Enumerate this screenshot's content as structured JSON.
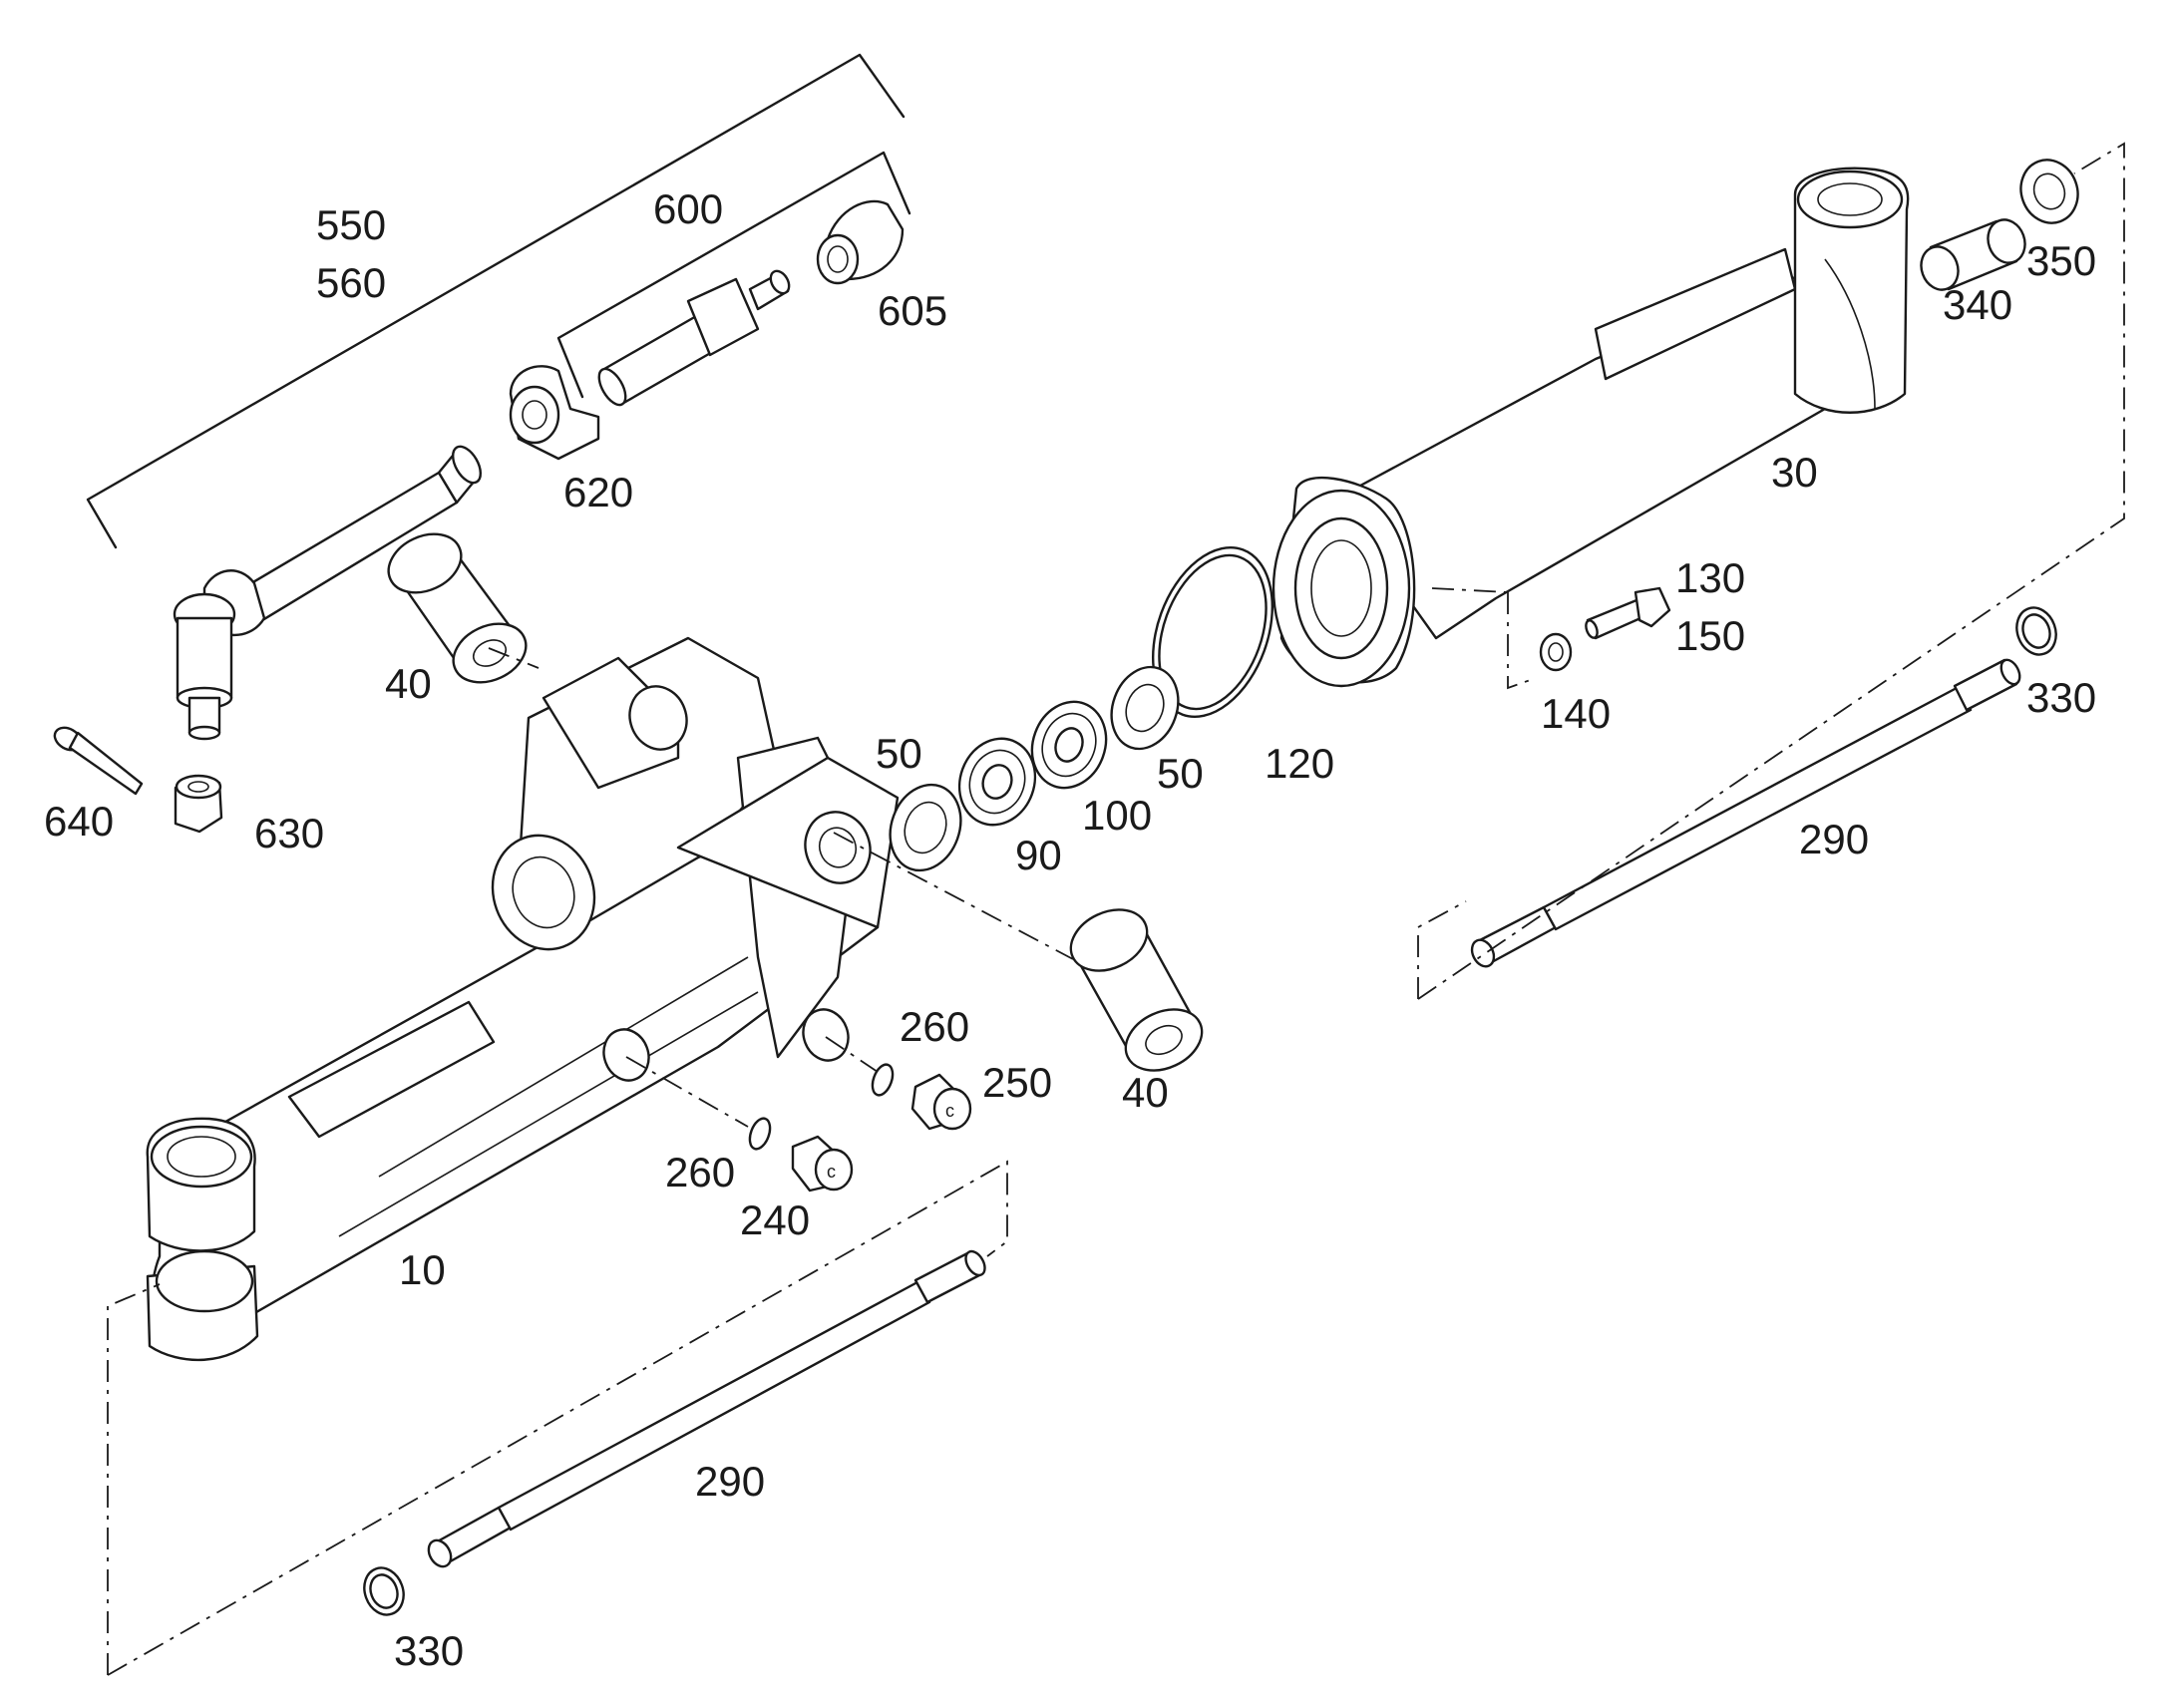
{
  "callouts": {
    "c550": "550",
    "c560": "560",
    "c600": "600",
    "c605": "605",
    "c620": "620",
    "c640": "640",
    "c630": "630",
    "c40a": "40",
    "c40b": "40",
    "c50a": "50",
    "c50b": "50",
    "c90": "90",
    "c100": "100",
    "c120": "120",
    "c30": "30",
    "c130": "130",
    "c150": "150",
    "c140": "140",
    "c340": "340",
    "c350": "350",
    "c330a": "330",
    "c330b": "330",
    "c290a": "290",
    "c290b": "290",
    "c260a": "260",
    "c260b": "260",
    "c250": "250",
    "c240": "240",
    "c10": "10"
  }
}
